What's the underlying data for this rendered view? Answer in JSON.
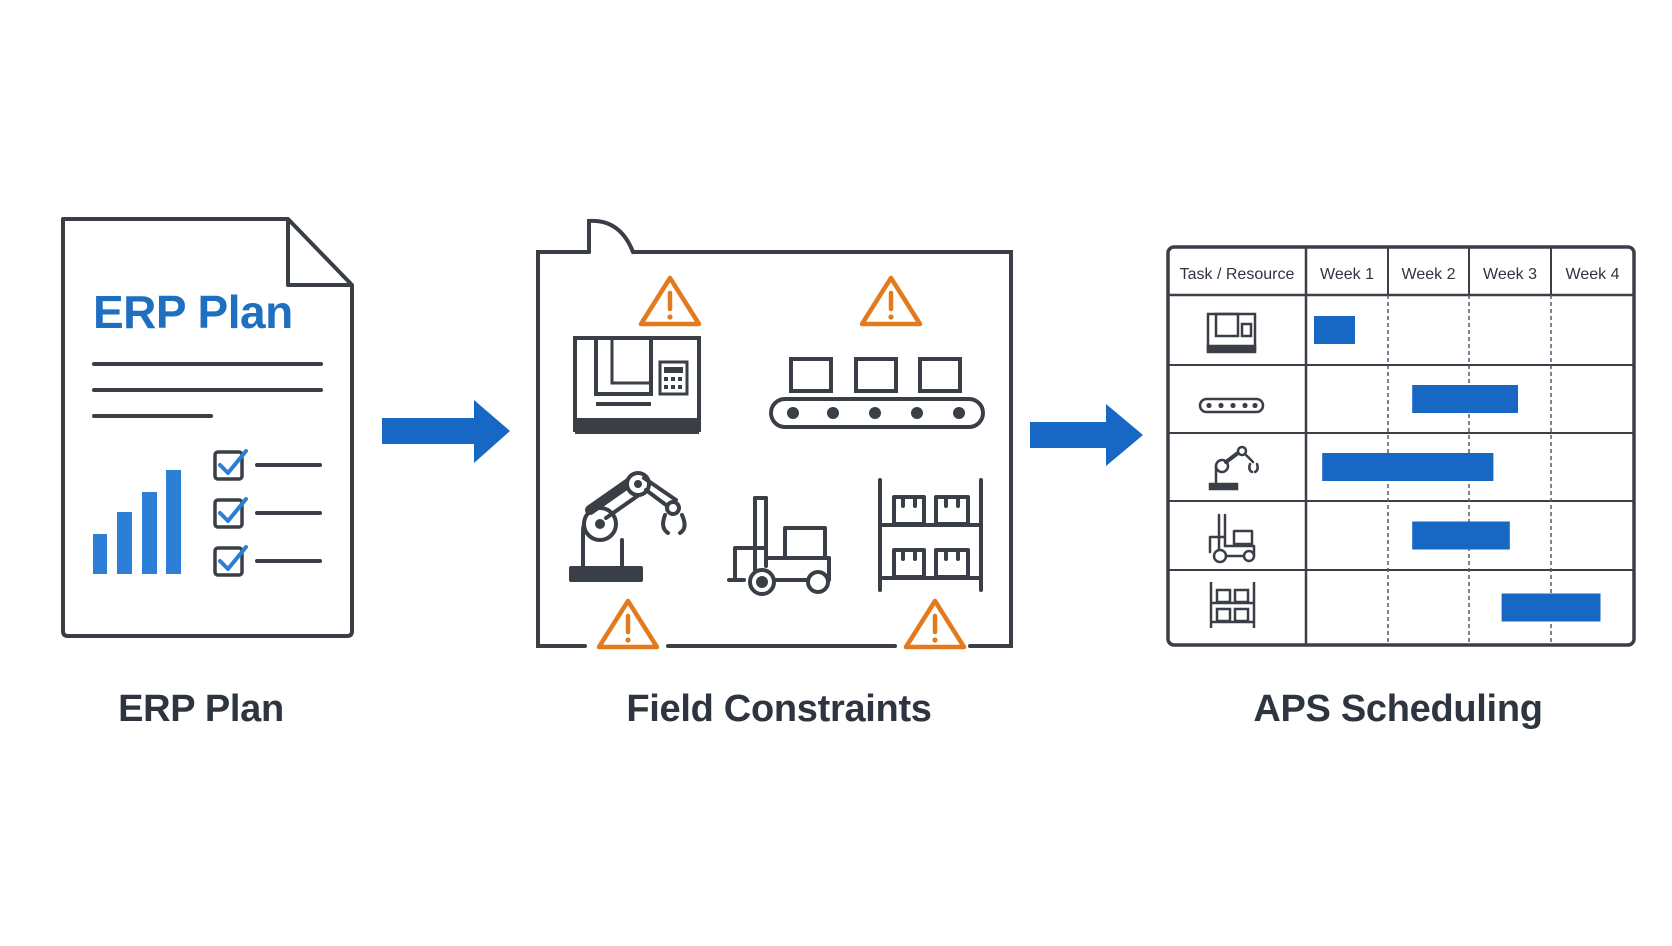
{
  "erp": {
    "doc_title": "ERP Plan",
    "caption": "ERP Plan"
  },
  "constraints": {
    "caption": "Field Constraints"
  },
  "aps": {
    "caption": "APS Scheduling",
    "headers": [
      "Task / Resource",
      "Week 1",
      "Week 2",
      "Week 3",
      "Week 4"
    ],
    "rows": [
      {
        "icon": "cnc-machine-icon",
        "start_week": 1.0,
        "end_week": 1.5
      },
      {
        "icon": "conveyor-icon",
        "start_week": 2.2,
        "end_week": 3.5
      },
      {
        "icon": "robot-arm-icon",
        "start_week": 1.1,
        "end_week": 3.2
      },
      {
        "icon": "forklift-icon",
        "start_week": 2.2,
        "end_week": 3.4
      },
      {
        "icon": "warehouse-rack-icon",
        "start_week": 3.3,
        "end_week": 4.5
      }
    ]
  },
  "colors": {
    "accent_blue": "#1767c4",
    "outline": "#3a3f47",
    "warning_orange": "#e47a1e"
  }
}
